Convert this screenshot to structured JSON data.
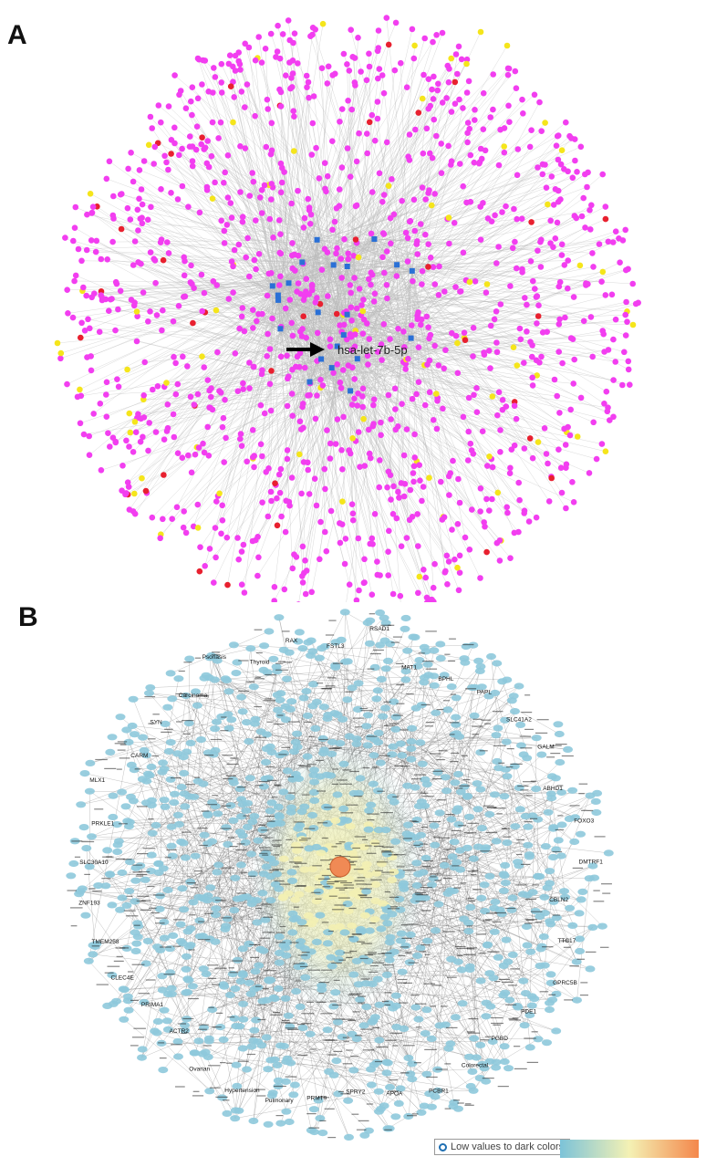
{
  "panels": {
    "a": {
      "letter": "A",
      "annotation_label": "hsa-let-7b-5p",
      "node_colors": {
        "target": "#f23ef0",
        "yellow": "#f5e51b",
        "red": "#e8202f",
        "blue": "#2a70d6",
        "edge": "#b9b9b9"
      }
    },
    "b": {
      "letter": "B",
      "legend_label": "Low values to dark colors",
      "colorbar_colors": [
        "#7cc3d8",
        "#f4f1b4",
        "#f4874b"
      ],
      "node_colors": {
        "low": "#8ec9dc",
        "mid": "#f3efb2",
        "high": "#f08a55",
        "edge": "#555555"
      },
      "visible_labels": [
        "FSTL3",
        "RSAD1",
        "MAT1",
        "BPHL",
        "PAPL",
        "SLC41A2",
        "GALM",
        "ABHD1",
        "FOXO3",
        "DMTRF1",
        "CBLN2",
        "TTC17",
        "GPRC5B",
        "PDE1",
        "PGBD",
        "Colorectal",
        "PCBR1",
        "APOA",
        "SPRY2",
        "PRMT9",
        "Pulmonary",
        "Hypertension",
        "Ovarian",
        "ACTR2",
        "PRIMA1",
        "CLEC4E",
        "TMEM258",
        "ZNF193",
        "SLC30A10",
        "PRKLE1",
        "MLX1",
        "CARM",
        "SYN",
        "Carcinoma,",
        "Psoriasis",
        "Thyroid",
        "RAX"
      ]
    }
  }
}
